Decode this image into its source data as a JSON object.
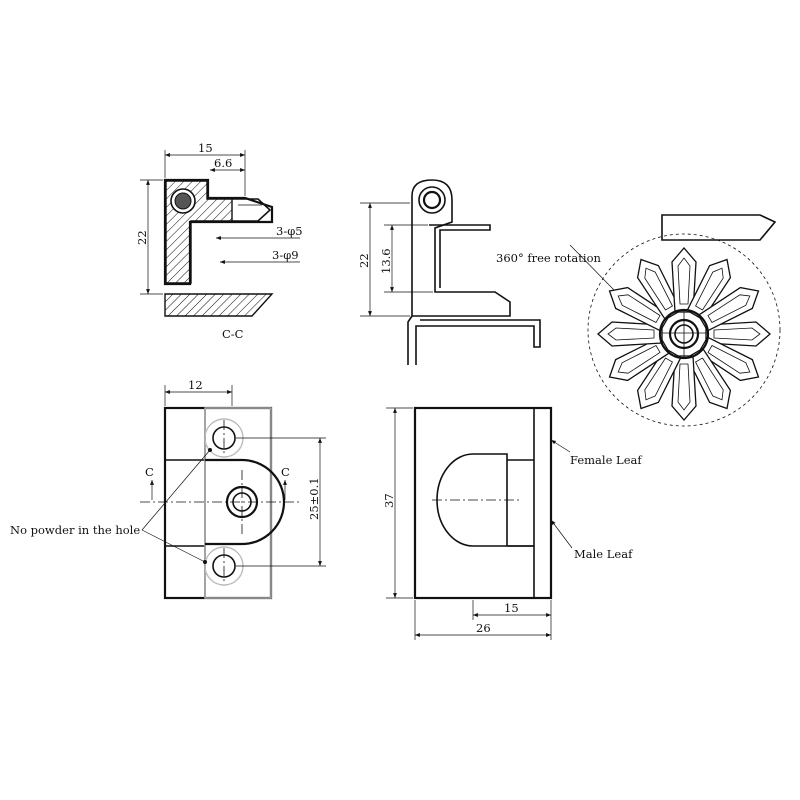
{
  "section_view": {
    "dim_width": "15",
    "dim_offset": "6.6",
    "dim_height": "22",
    "hole_small": "3-φ5",
    "hole_large": "3-φ9",
    "section_label": "C-C"
  },
  "side_view": {
    "dim_height": "22",
    "dim_inner": "13.6"
  },
  "rotation_view": {
    "label": "360° free rotation"
  },
  "front_view": {
    "dim_width": "12",
    "dim_pitch": "25±0.1",
    "section_mark_left": "C",
    "section_mark_right": "C",
    "note": "No powder in the hole"
  },
  "rear_view": {
    "dim_height": "37",
    "dim_width_inner": "15",
    "dim_width_total": "26",
    "female_leaf_label": "Female Leaf",
    "male_leaf_label": "Male Leaf"
  }
}
